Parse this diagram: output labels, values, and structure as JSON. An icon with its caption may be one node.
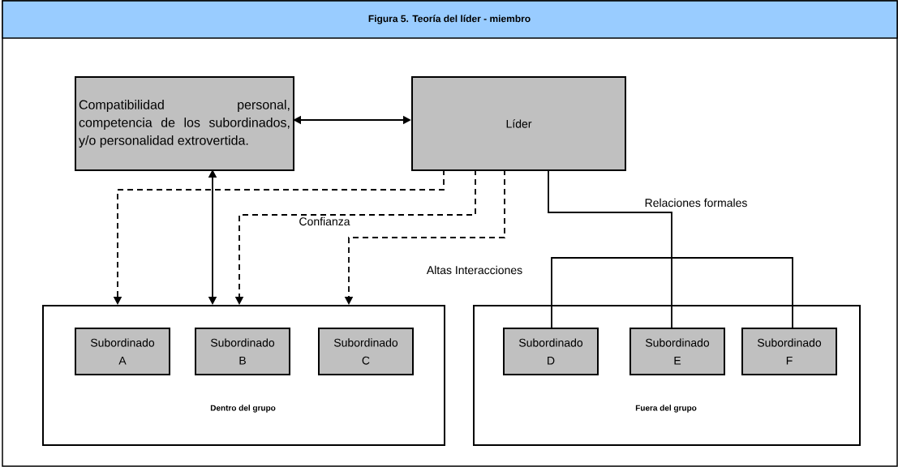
{
  "diagram": {
    "title": "Figura 5. Teoría del líder - miembro",
    "nodes": [
      {
        "text": [
          "Compatibilidad personal, competencia de los subordinados, y/o personalidad extrovertida."
        ]
      },
      {
        "text": [
          "Líder"
        ]
      },
      {
        "text": [
          "Dentro del grupo"
        ]
      },
      {
        "text": [
          "Subordinado A"
        ],
        "in": 2
      },
      {
        "text": [
          "Subordinado B"
        ],
        "in": 2
      },
      {
        "text": [
          "Subordinado C"
        ],
        "in": 2
      },
      {
        "text": [
          "Fuera del grupo"
        ]
      },
      {
        "text": [
          "Subordinado D"
        ],
        "in": 6
      },
      {
        "text": [
          "Subordinado E"
        ],
        "in": 6
      },
      {
        "text": [
          "Subordinado F"
        ],
        "in": 6
      }
    ],
    "edges": [
      {
        "from": 0,
        "to": 1,
        "arrow": "both"
      },
      {
        "from": 1,
        "to": 2,
        "arrow": "to",
        "style": "dashed"
      },
      {
        "from": 1,
        "to": 2,
        "arrow": "to",
        "style": "dashed"
      },
      {
        "from": 1,
        "to": 2,
        "arrow": "to",
        "style": "dashed"
      },
      {
        "from": 2,
        "to": 0,
        "arrow": "both"
      },
      {
        "from": 1,
        "to": 7,
        "arrow": "none"
      },
      {
        "from": 1,
        "to": 8,
        "arrow": "none"
      },
      {
        "from": 1,
        "to": 9,
        "arrow": "none"
      }
    ],
    "labels": [
      "Confianza",
      "Relaciones formales",
      "Altas Interacciones"
    ]
  }
}
